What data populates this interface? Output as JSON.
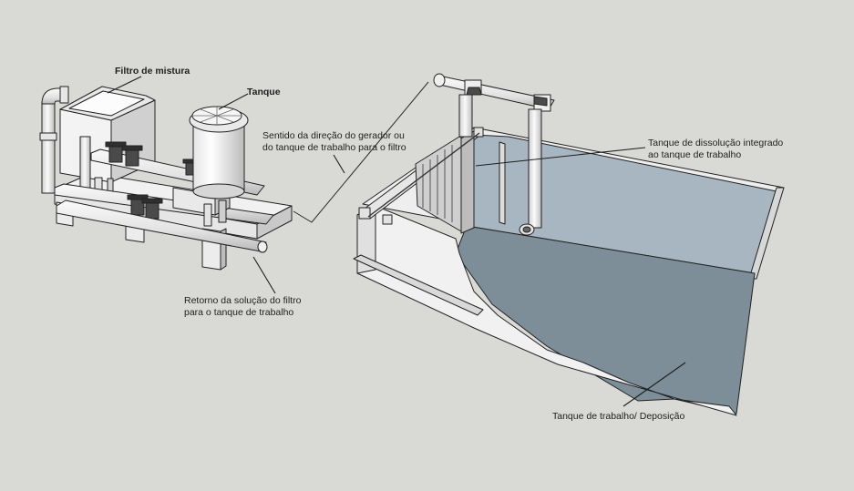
{
  "labels": {
    "mixing_filter": "Filtro de mistura",
    "tank": "Tanque",
    "direction_line1": "Sentido da direção do gerador ou",
    "direction_line2": "do tanque de trabalho para o filtro",
    "integrated_line1": "Tanque de dissolução integrado",
    "integrated_line2": "ao tanque de  trabalho",
    "return_line1": "Retorno da solução do filtro",
    "return_line2": "para o tanque de trabalho",
    "working_tank": "Tanque de trabalho/ Deposição"
  },
  "colors": {
    "background": "#d9d9d6",
    "equipment_fill": "#f3f3f3",
    "equipment_shade": "#cfcfcf",
    "outline": "#222222",
    "solution_light": "#a9b8c2",
    "solution_dark": "#7e8e98",
    "valve": "#3c3c3c"
  }
}
